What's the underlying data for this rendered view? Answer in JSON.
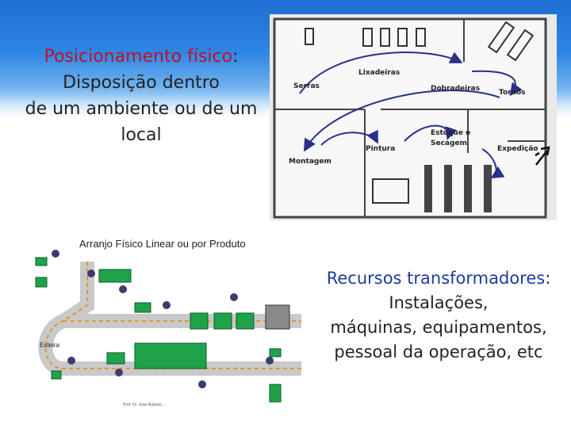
{
  "text1": {
    "accent": "Posicionamento físico",
    "rest_first": ":",
    "line2": "Disposição dentro",
    "line3": "de um ambiente ou de um",
    "line4": "local"
  },
  "text2": {
    "accent": "Recursos transformadores",
    "colon": ":",
    "line2": "Instalações,",
    "line3": "máquinas, equipamentos,",
    "line4": "pessoal da operação, etc"
  },
  "floorplan": {
    "labels": {
      "serras": "Serras",
      "lixadeiras": "Lixadeiras",
      "dobradeiras": "Dobradeiras",
      "tornos": "Tornos",
      "estoque1": "Estoque e",
      "estoque2": "Secagem",
      "pintura": "Pintura",
      "expedicao": "Expedição",
      "montagem": "Montagem"
    }
  },
  "factory": {
    "title": "Arranjo Físico Linear ou por Produto",
    "esteira": "Esteira",
    "credit": "Prof. Dr. Jose Rubens ..."
  },
  "colors": {
    "banner": "#2f86e3",
    "accent_red": "#c0102a",
    "accent_blue": "#1f3a9c",
    "machine_green": "#1fa34a",
    "conveyor_orange": "#e1962a"
  }
}
